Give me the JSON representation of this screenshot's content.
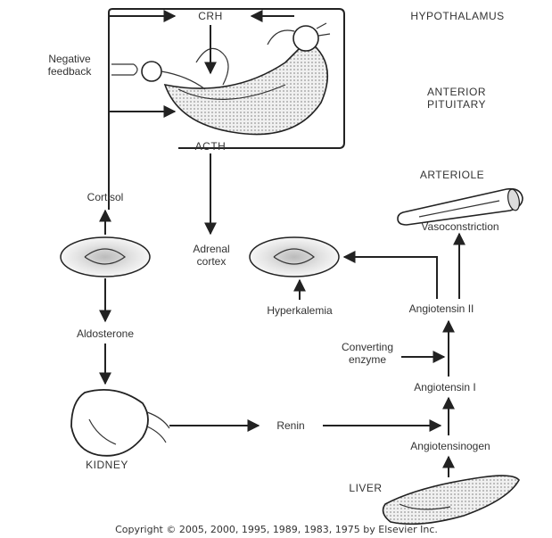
{
  "labels": {
    "crh": "CRH",
    "hypothalamus": "HYPOTHALAMUS",
    "negative_feedback_1": "Negative",
    "negative_feedback_2": "feedback",
    "anterior_pituitary_1": "ANTERIOR",
    "anterior_pituitary_2": "PITUITARY",
    "acth": "ACTH",
    "arteriole": "ARTERIOLE",
    "vasoconstriction": "Vasoconstriction",
    "cortisol": "Cortisol",
    "adrenal_cortex_1": "Adrenal",
    "adrenal_cortex_2": "cortex",
    "hyperkalemia": "Hyperkalemia",
    "angiotensin_ii": "Angiotensin II",
    "aldosterone": "Aldosterone",
    "converting_enzyme_1": "Converting",
    "converting_enzyme_2": "enzyme",
    "angiotensin_i": "Angiotensin I",
    "kidney": "KIDNEY",
    "renin": "Renin",
    "angiotensinogen": "Angiotensinogen",
    "liver": "LIVER"
  },
  "copyright": "Copyright © 2005, 2000, 1995, 1989, 1983, 1975 by Elsevier Inc."
}
